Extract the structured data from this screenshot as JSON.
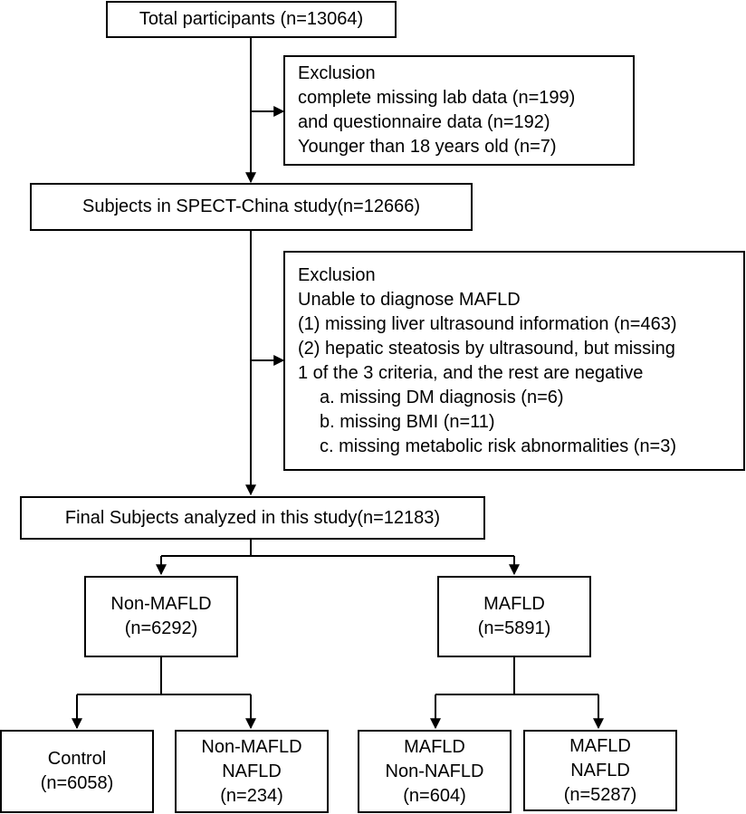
{
  "total": "Total participants (n=13064)",
  "exclusion1": {
    "title": "Exclusion",
    "lines": [
      "complete missing lab data (n=199)",
      "and questionnaire data (n=192)",
      "Younger than 18 years old (n=7)"
    ]
  },
  "spect": "Subjects in SPECT-China study(n=12666)",
  "exclusion2": {
    "title": "Exclusion",
    "lines": [
      "Unable to diagnose MAFLD",
      "(1) missing liver ultrasound information (n=463)",
      "(2) hepatic steatosis by ultrasound, but missing",
      "1 of the 3 criteria, and the rest are negative"
    ],
    "sub_items": [
      "a. missing DM diagnosis (n=6)",
      "b. missing BMI (n=11)",
      "c. missing metabolic risk abnormalities (n=3)"
    ]
  },
  "final": "Final Subjects analyzed in this study(n=12183)",
  "non_mafld": {
    "line1": "Non-MAFLD",
    "line2": "(n=6292)"
  },
  "mafld": {
    "line1": "MAFLD",
    "line2": "(n=5891)"
  },
  "control": {
    "line1": "Control",
    "line2": "(n=6058)"
  },
  "non_mafld_nafld": {
    "line1": "Non-MAFLD",
    "line2": "NAFLD",
    "line3": "(n=234)"
  },
  "mafld_non_nafld": {
    "line1": "MAFLD",
    "line2": "Non-NAFLD",
    "line3": "(n=604)"
  },
  "mafld_nafld": {
    "line1": "MAFLD",
    "line2": "NAFLD",
    "line3": "(n=5287)"
  }
}
